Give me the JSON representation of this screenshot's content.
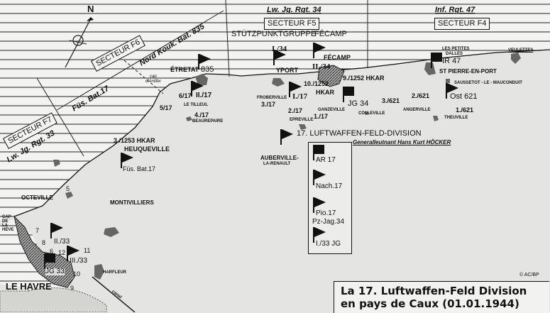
{
  "compass": {
    "label": "N"
  },
  "commands": {
    "lw_jg_rgt_34": "Lw. Jg. Rgt. 34",
    "inf_rgt_47": "Inf. Rgt. 47",
    "nord_kouk_bat": "Nord Kouk. Bat. 835",
    "fus_bat_line": "Füs. Bat.17",
    "lw_jg_rgt_33": "Lw. Jg. Rgt. 33",
    "stutzpunkt": "STÜTZPUNKTGRUPPE",
    "stutzpunkt_fecamp": "FÉCAMP"
  },
  "sectors": {
    "f4": "SECTEUR F4",
    "f5": "SECTEUR F5",
    "f6": "SECTEUR F6",
    "f7": "SECTEUR F7"
  },
  "places": {
    "etretat": "ÉTRETAT",
    "cap_antifer_1": "cap",
    "cap_antifer_2": "d'Antifer",
    "le_tilleul": "LE TILLEUL",
    "beaurepaire": "BEAUREPAIRE",
    "yport": "YPORT",
    "froberville": "FROBERVILLE",
    "fecamp": "FÉCAMP",
    "ganzeville": "GANZEVILLE",
    "epreville": "EPREVILLE",
    "colleville": "COLLEVILLE",
    "angerville": "ANGERVILLE",
    "les_petites_dalles_1": "LES PETITES",
    "les_petites_dalles_2": "DALLES",
    "veulettes": "VEULETTES",
    "st_pierre": "ST PIERRE-EN-PORT",
    "saussetot": "SAUSSETOT - LE - MAUCONDUIT",
    "theuville": "THEUVILLE",
    "auberville_1": "AUBERVILLE-",
    "auberville_2": "LA-RENAULT",
    "heuqueville": "HEUQUEVILLE",
    "octeville": "OCTEVILLE",
    "cap_hève_1": "CAP",
    "cap_hève_2": "DE",
    "cap_hève_3": "LA",
    "cap_hève_4": "HÈVE",
    "montivilliers": "MONTIVILLIERS",
    "harfleur": "HARFLEUR",
    "le_havre": "LE HAVRE",
    "canal": "canal"
  },
  "units": {
    "b835": "835",
    "ii_17": "II./17",
    "six_17": "6/17",
    "five_17": "5/17",
    "four_17": "4./17",
    "i_34": "I./34",
    "ii_34": "II./34",
    "three_17": "3./17",
    "i_17": "I./17",
    "two_17": "2./17",
    "one_17": "1./17",
    "hkar_9": "9./1252 HKAR",
    "hkar_10a": "10./1252",
    "hkar_10b": "HKAR",
    "jg34": "JG 34",
    "three_621": "3./621",
    "two_621": "2./621",
    "ir47": "IR 47",
    "ost621": "Ost 621",
    "one_621": "1./621",
    "hkar_3_1253": "3./1253 HKAR",
    "fus_bat17": "Füs. Bat.17",
    "b5": "5",
    "b7": "7",
    "b8": "8",
    "b6": "6",
    "b12": "12",
    "b11": "11",
    "b10": "10",
    "b9": "9",
    "ii_33": "II./33",
    "iii_33": "III./33",
    "jg33": "JG 33"
  },
  "division": {
    "name": "17. LUFTWAFFEN-FELD-DIVISION",
    "commander": "Generalleutnant Hans Kurt HÖCKER",
    "units": [
      "AR 17",
      "Nach.17",
      "Pio.17",
      "Pz-Jag.34",
      "I./33 JG"
    ]
  },
  "credit": "© AC/BP",
  "title": {
    "line1": "La 17. Luftwaffen-Feld Division",
    "line2": "en pays de Caux (01.01.1944)"
  }
}
